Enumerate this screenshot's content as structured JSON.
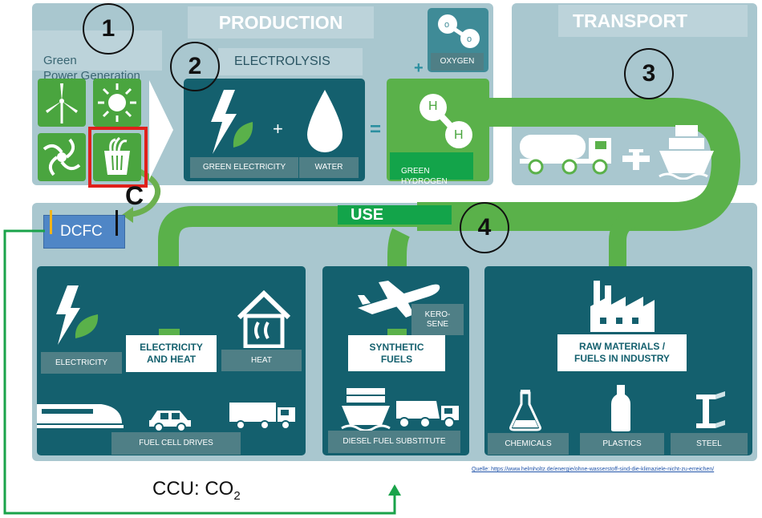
{
  "production": {
    "title": "PRODUCTION",
    "green_power": "Green\nPower Generation",
    "electrolysis": "ELECTROLYSIS",
    "oxygen": "OXYGEN",
    "plus_oxygen": "+",
    "green_electricity": "GREEN ELECTRICITY",
    "water": "WATER",
    "green_hydrogen": "GREEN\nHYDROGEN",
    "plus": "+",
    "equals": "=",
    "h1": "H",
    "h2": "H"
  },
  "transport": {
    "title": "TRANSPORT"
  },
  "use": {
    "title": "USE",
    "electricity": "ELECTRICITY",
    "electricity_and_heat": "ELECTRICITY\nAND HEAT",
    "heat": "HEAT",
    "fuel_cell_drives": "FUEL CELL DRIVES",
    "kerosene": "KERO-\nSENE",
    "synthetic_fuels": "SYNTHETIC\nFUELS",
    "diesel_fuel_substitute": "DIESEL FUEL SUBSTITUTE",
    "raw_materials": "RAW MATERIALS /\nFUELS IN INDUSTRY",
    "chemicals": "CHEMICALS",
    "plastics": "PLASTICS",
    "steel": "STEEL"
  },
  "annotations": {
    "n1": "1",
    "n2": "2",
    "n3": "3",
    "n4": "4",
    "c_label": "C",
    "dcfc": "DCFC",
    "ccu_prefix": "CCU: CO",
    "ccu_sub": "2",
    "source": "Quelle: https://www.helmholtz.de/energie/ohne-wasserstoff-sind-die-klimaziele-nicht-zu-erreichen/"
  },
  "colors": {
    "light_panel": "#a9c7cf",
    "dark_panel": "#14606e",
    "green": "#5ab14a",
    "highlight_red": "#e0201b",
    "ccu_line": "#1aa34a"
  }
}
